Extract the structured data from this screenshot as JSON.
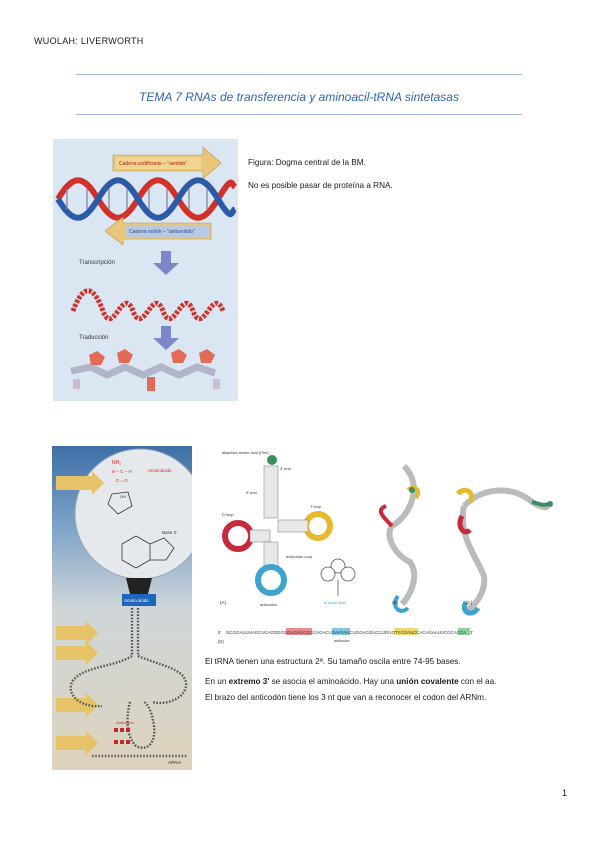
{
  "header": {
    "author": "WUOLAH: LIVERWORTH"
  },
  "title": "TEMA 7 RNAs de transferencia y aminoacil-tRNA sintetasas",
  "figure1": {
    "caption": "Figura: Dogma central de la BM.",
    "note": "No es posible pasar de proteína a RNA.",
    "labels": {
      "coding": "Cadena codificante – \"sentido\"",
      "template": "Cadena molde – \"antisentido\"",
      "transcription": "Transcripción",
      "translation": "Traducción"
    }
  },
  "figure2": {
    "labels": {
      "nh2": "NH₂",
      "aminoacid": "Aminoácido",
      "base": "Base 3'",
      "amino_acid": "Amino ácido",
      "anticodon_pair": "Anticodón",
      "arnm": "ARNm"
    }
  },
  "figure3": {
    "labels": {
      "attached": "attached amino acid (Phe)",
      "end3": "3' end",
      "end5": "5' end",
      "dloop": "D loop",
      "tloop": "T loop",
      "anticodon_loop": "anticodon loop",
      "anticodon": "anticodon",
      "clover": "a clover leaf",
      "a": "(A)",
      "b": "(B)",
      "c": "(C)",
      "d": "(D)",
      "sequence_prefix": "5'",
      "sequence_suffix": "3'",
      "sequence": "GCGGAUUUAGCUCAGDDGGGAGAGCGCCAGACUGAAYAUCUGGAGGUCCUGUGTYCGAUCCACAGAAUUCGCACCA",
      "anticodon_mark": "anticodon"
    }
  },
  "text": {
    "p1": "El tRNA tienen una estructura 2ª. Su tamaño oscila entre 74-95 bases.",
    "p2_a": "En un ",
    "p2_b": "extremo 3'",
    "p2_c": " se asocia el aminoácido. Hay una ",
    "p2_d": "unión covalente",
    "p2_e": " con el aa.",
    "p3": "El brazo del anticodón tiene los 3 nt que van a reconocer el codon del ARNm."
  },
  "page_number": "1",
  "colors": {
    "title": "#2e63b5",
    "rule": "#9fb6d6"
  }
}
